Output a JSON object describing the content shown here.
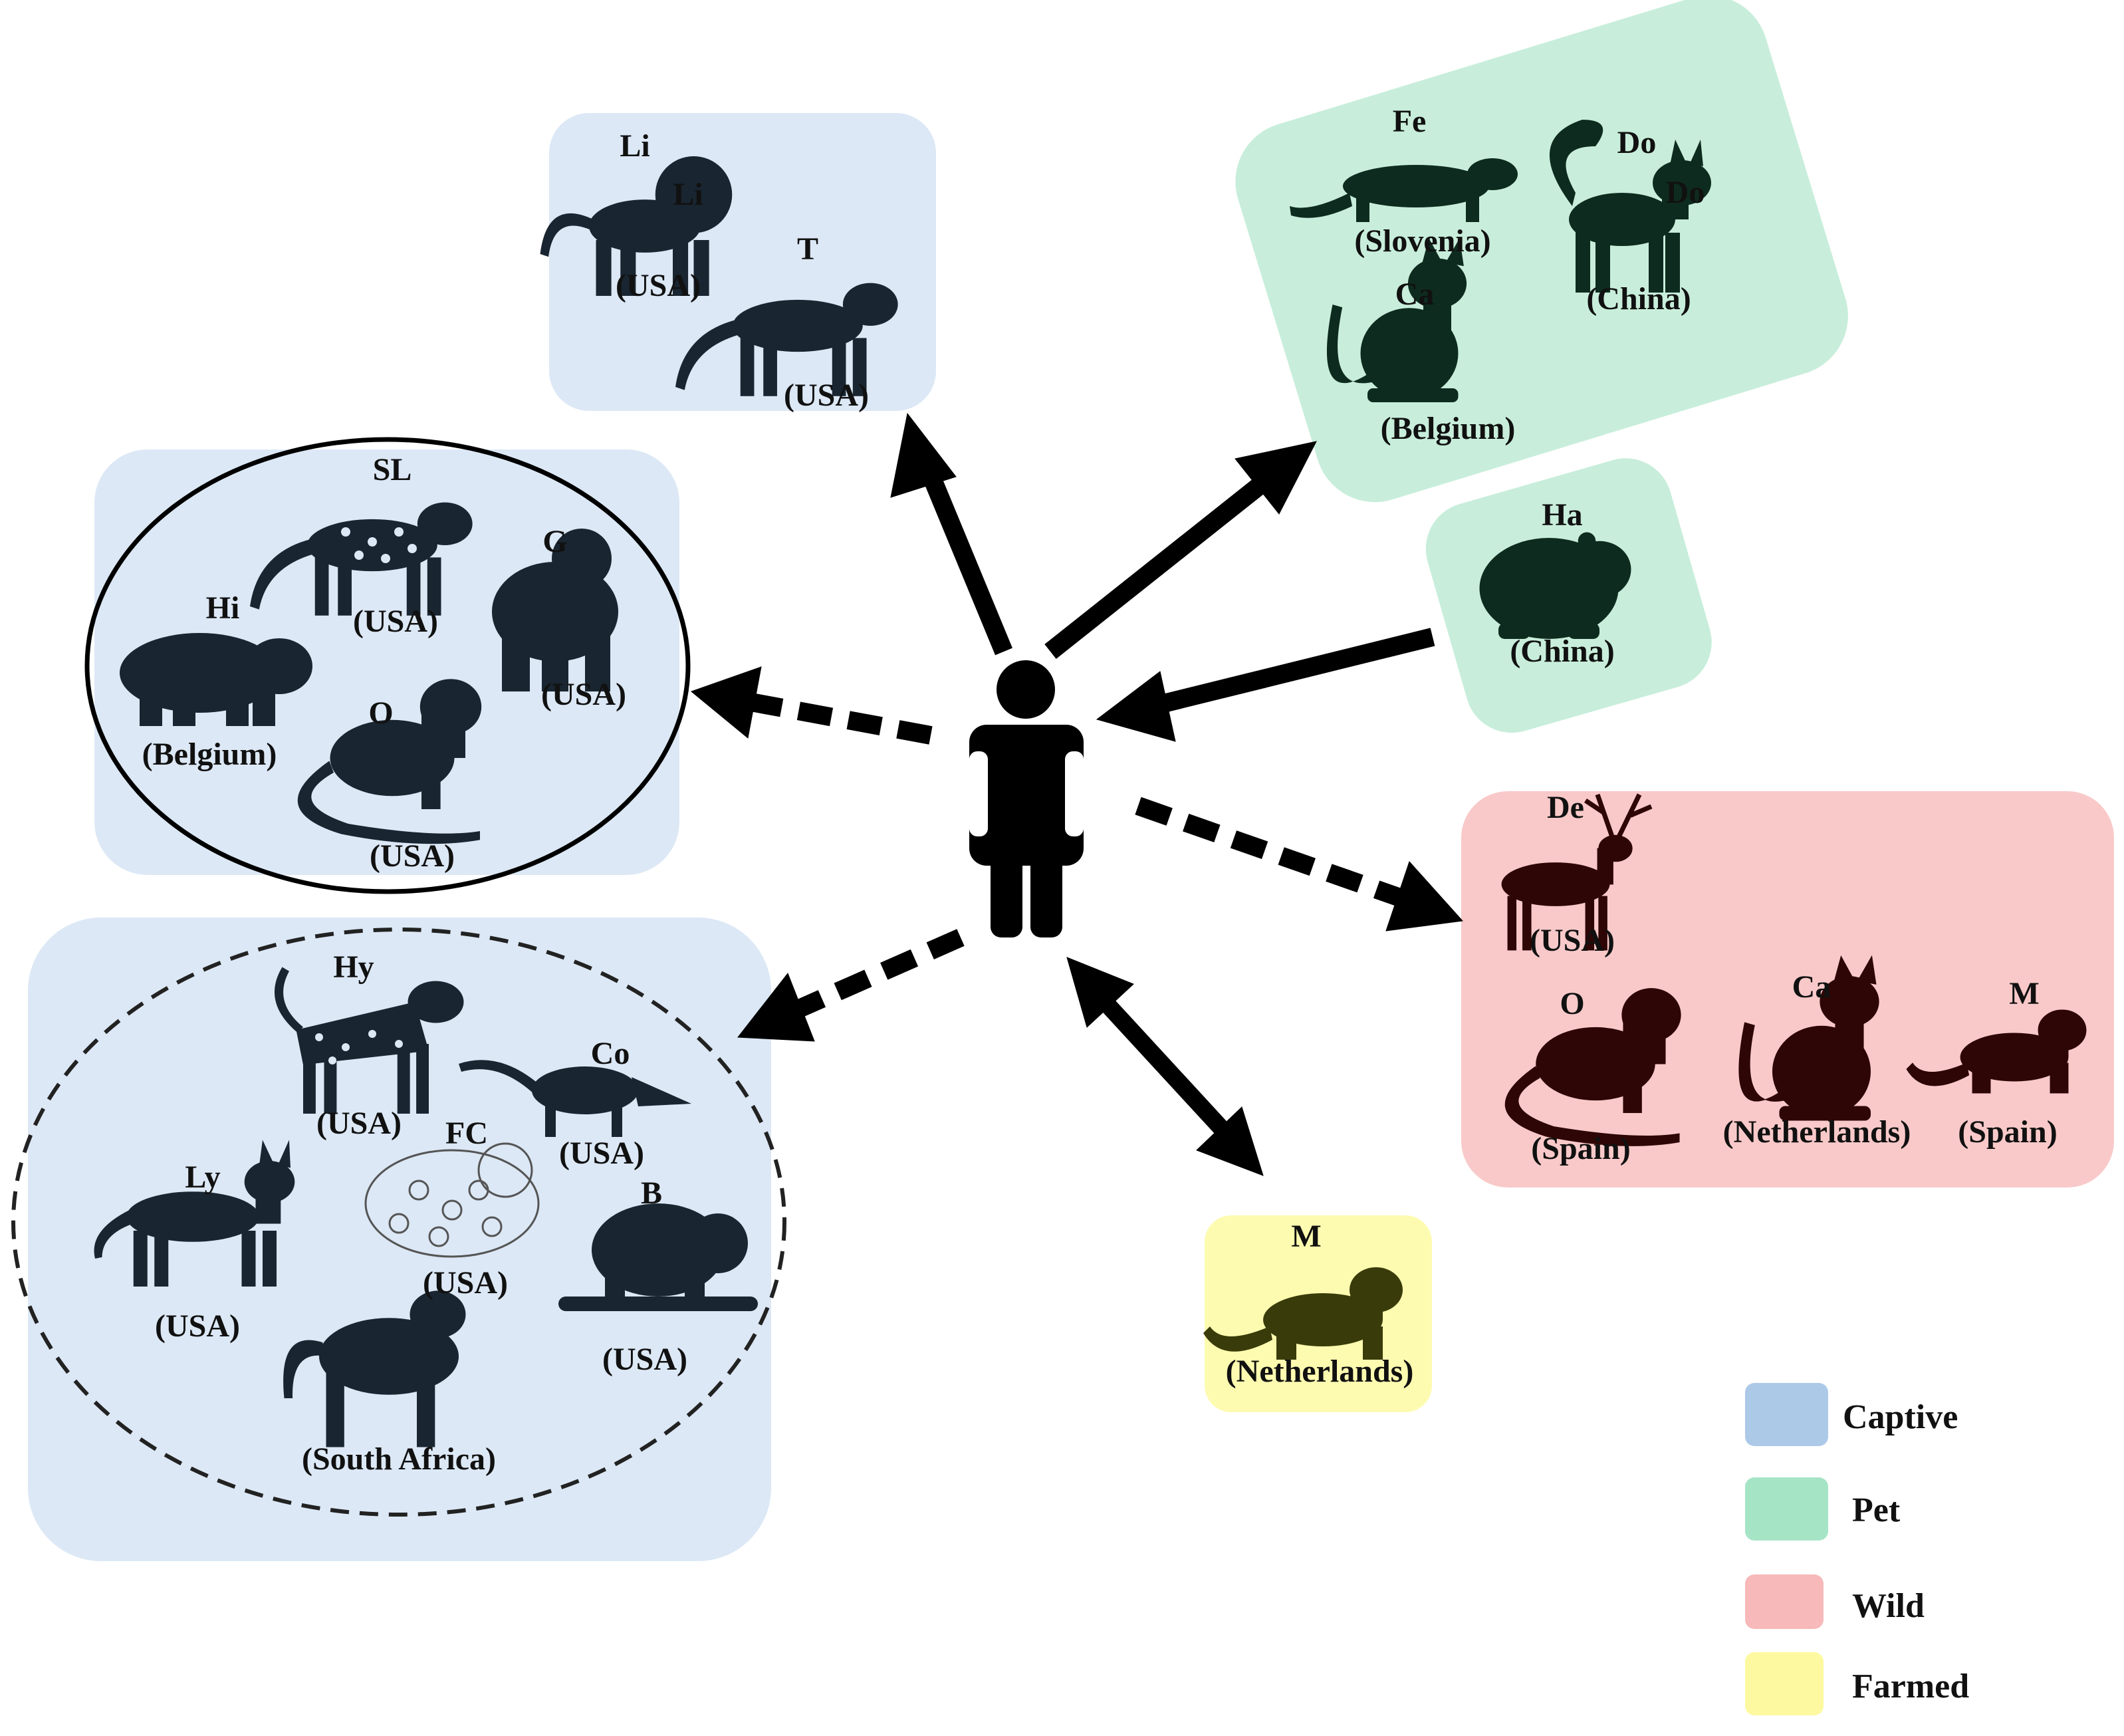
{
  "colors": {
    "captive": "#dce8f5",
    "pet": "#c8eedb",
    "wild": "#f9c9c9",
    "farmed": "#fdfbb0",
    "legend_captive": "#adc9e8",
    "legend_pet": "#a6e4c6",
    "legend_wild": "#f7b9b9",
    "legend_farmed": "#fdf9a0",
    "captive_silhouette": "#192530",
    "pet_silhouette": "#0e2b1f",
    "wild_silhouette": "#2e0606",
    "farmed_silhouette": "#3a3b0a",
    "person": "#000000",
    "arrow": "#000000"
  },
  "groups": {
    "captive_top": [
      {
        "abbr": "Li",
        "country": "(USA)",
        "icon": "lion-silhouette"
      },
      {
        "abbr": "Li",
        "icon": "lion-silhouette"
      },
      {
        "abbr": "T",
        "country": "(USA)",
        "icon": "tiger-silhouette"
      }
    ],
    "captive_solid": [
      {
        "abbr": "SL",
        "country": "(USA)",
        "icon": "snow-leopard-silhouette"
      },
      {
        "abbr": "G",
        "country": "(USA)",
        "icon": "gorilla-silhouette"
      },
      {
        "abbr": "Hi",
        "country": "(Belgium)",
        "icon": "hippo-silhouette"
      },
      {
        "abbr": "O",
        "country": "(USA)",
        "icon": "otter-silhouette"
      }
    ],
    "captive_dashed": [
      {
        "abbr": "Hy",
        "country": "(USA)",
        "icon": "hyena-silhouette"
      },
      {
        "abbr": "Co",
        "country": "(USA)",
        "icon": "coati-silhouette"
      },
      {
        "abbr": "FC",
        "country": "(USA)",
        "icon": "fishing-cat-sketch"
      },
      {
        "abbr": "Ly",
        "country": "(USA)",
        "icon": "lynx-silhouette"
      },
      {
        "abbr": "B",
        "country": "(USA)",
        "icon": "binturong-silhouette"
      },
      {
        "country": "(South Africa)",
        "icon": "puma-silhouette"
      }
    ],
    "pet_top": [
      {
        "abbr": "Fe",
        "country": "(Slovenia)",
        "icon": "ferret-silhouette"
      },
      {
        "abbr": "Do",
        "country": "(China)",
        "icon": "dog-silhouette"
      },
      {
        "abbr": "Do",
        "icon": "dog-silhouette"
      },
      {
        "abbr": "Ca",
        "country": "(Belgium)",
        "icon": "cat-silhouette"
      }
    ],
    "pet_small": [
      {
        "abbr": "Ha",
        "country": "(China)",
        "icon": "hamster-silhouette"
      }
    ],
    "wild": [
      {
        "abbr": "De",
        "country": "(USA)",
        "icon": "deer-silhouette"
      },
      {
        "abbr": "O",
        "country": "(Spain)",
        "icon": "otter-silhouette"
      },
      {
        "abbr": "Ca",
        "country": "(Netherlands)",
        "icon": "cat-silhouette"
      },
      {
        "abbr": "M",
        "country": "(Spain)",
        "icon": "mink-silhouette"
      }
    ],
    "farmed": [
      {
        "abbr": "M",
        "country": "(Netherlands)",
        "icon": "mink-silhouette"
      }
    ]
  },
  "legend": [
    {
      "label": "Captive",
      "color": "#adc9e8"
    },
    {
      "label": "Pet",
      "color": "#a6e4c6"
    },
    {
      "label": "Wild",
      "color": "#f7b9b9"
    },
    {
      "label": "Farmed",
      "color": "#fdf9a0"
    }
  ]
}
